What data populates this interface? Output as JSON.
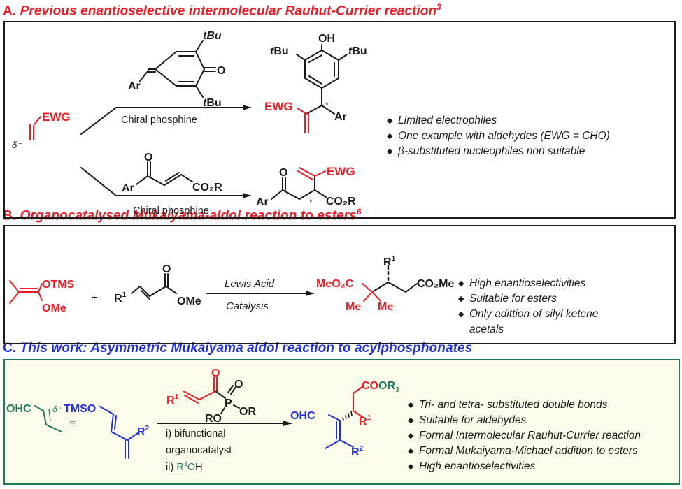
{
  "colors": {
    "red": "#ee1c25",
    "blue": "#1f2fe0",
    "green": "#1f7a5a",
    "black": "#1a1a1a",
    "box_c_fill": "#fdfbea"
  },
  "sections": {
    "A": {
      "letter": "A.",
      "title": "Previous enantioselective intermolecular Rauhut-Currier reaction",
      "ref": "3",
      "nucleophile": {
        "delta": "δ⁻",
        "ewg": "EWG"
      },
      "upper": {
        "reagent_labels": {
          "tbu_top": "tBu",
          "tbu_bottom": "tBu",
          "oxo": "O",
          "ar": "Ar"
        },
        "condition": "Chiral phosphine",
        "product_labels": {
          "oh": "OH",
          "tbu_left": "tBu",
          "tbu_right": "tBu",
          "ewg": "EWG",
          "star": "*",
          "ar": "Ar"
        }
      },
      "lower": {
        "reagent_labels": {
          "oxo": "O",
          "ar": "Ar",
          "ester": "CO₂R"
        },
        "condition": "Chiral phosphine",
        "product_labels": {
          "oxo": "O",
          "ar": "Ar",
          "ewg": "EWG",
          "star": "*",
          "ester": "CO₂R"
        }
      },
      "bullets": [
        "Limited electrophiles",
        "One example with aldehydes (EWG = CHO)",
        "β-substituted nucleophiles non suitable"
      ]
    },
    "B": {
      "letter": "B.",
      "title": "Organocatalysed Mukaiyama-aldol reaction to esters",
      "ref": "6",
      "reactant1": {
        "otms": "OTMS",
        "ome": "OMe"
      },
      "plus": "+",
      "reactant2": {
        "r1": "R",
        "r1_sup": "1",
        "oxo": "O",
        "ome": "OMe"
      },
      "condition_top": "Lewis Acid",
      "condition_bottom": "Catalysis",
      "product": {
        "r1": "R",
        "r1_sup": "1",
        "left_ester": "MeO₂C",
        "right_ester": "CO₂Me",
        "me1": "Me",
        "me2": "Me"
      },
      "bullets": [
        "High enantioselectivities",
        "Suitable for esters",
        "Only adittion of silyl ketene acetals"
      ]
    },
    "C": {
      "letter": "C.",
      "title": "This work: Asymmetric Mukaiyama aldol reaction to acylphosphonates",
      "synthon": {
        "ohc": "OHC",
        "delta": "δ⁻",
        "equiv": "≡"
      },
      "diene": {
        "tmso": "TMSO",
        "r2": "R",
        "r2_sup": "2"
      },
      "reagent": {
        "r1": "R",
        "r1_sup": "1",
        "oxo": "O",
        "p": "P",
        "p_oxo": "O",
        "or1": "OR",
        "or2": "RO"
      },
      "conditions": [
        "i) bifunctional",
        "organocatalyst",
        "ii) "
      ],
      "condition_r3oh": {
        "r": "R",
        "sup": "3",
        "o": "O",
        "h": "H"
      },
      "product": {
        "ohc": "OHC",
        "coo": "CO",
        "or3": "OR",
        "or3_sub": "3",
        "r1": "R",
        "r1_sup": "1",
        "r2": "R",
        "r2_sup": "2"
      },
      "bullets": [
        "Tri- and tetra- substituted double bonds",
        "Suitable for aldehydes",
        "Formal Intermolecular Rauhut-Currier reaction",
        "Formal Mukaiyama-Michael addition to esters",
        "High enantioselectivities"
      ]
    }
  },
  "bullet_glyph": "◆"
}
